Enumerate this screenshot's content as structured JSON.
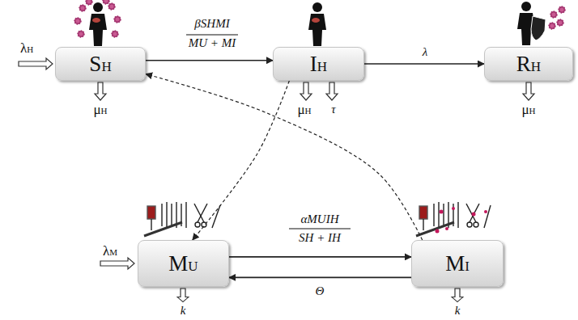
{
  "diagram": {
    "nodes": [
      {
        "text": [
          "SH"
        ]
      },
      {
        "text": [
          "IH"
        ]
      },
      {
        "text": [
          "RH"
        ]
      },
      {
        "text": [
          "MU"
        ]
      },
      {
        "text": [
          "MI"
        ]
      }
    ],
    "edges": [
      {
        "from": 0,
        "to": 1,
        "arrow": "to",
        "label": "βSHMI"
      },
      {
        "from": 1,
        "to": 2,
        "arrow": "to",
        "label": "λ"
      },
      {
        "from": 3,
        "to": 4,
        "arrow": "to",
        "label": "αMUIH"
      },
      {
        "from": 4,
        "to": 3,
        "arrow": "to",
        "label": "Θ"
      },
      {
        "from": 1,
        "to": 3,
        "arrow": "to"
      },
      {
        "from": 4,
        "to": 0,
        "arrow": "to"
      }
    ],
    "labels": [
      "MU + MI",
      "SH + IH",
      "λH",
      "μH",
      "μH",
      "τ",
      "μH",
      "λM",
      "k",
      "k"
    ]
  }
}
